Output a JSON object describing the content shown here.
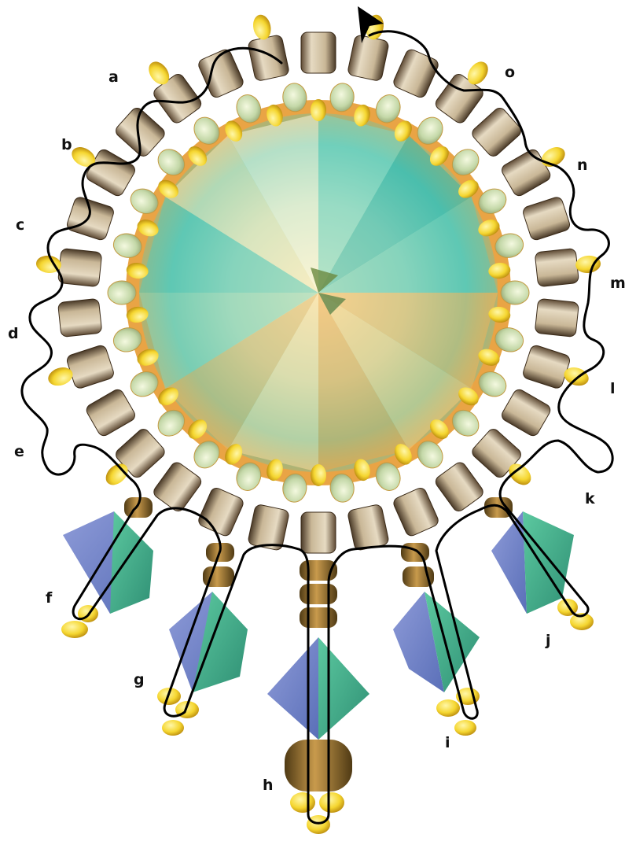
{
  "labels": {
    "a": "a",
    "b": "b",
    "c": "c",
    "d": "d",
    "e": "e",
    "f": "f",
    "g": "g",
    "h": "h",
    "i": "i",
    "j": "j",
    "k": "k",
    "l": "l",
    "m": "m",
    "n": "n",
    "o": "o"
  },
  "colors": {
    "crystal_center": "#f4f1d6",
    "crystal_teal": "#5fc8b4",
    "crystal_orange": "#f0a84a",
    "tile_bead_light": "#d9cbb0",
    "tile_bead_dark": "#5e4a34",
    "seed_bead": "#f5d630",
    "seed_bead_shade": "#c89a10",
    "bronze_bead": "#8a6a2c",
    "bicone_green": "#3fb38a",
    "bicone_blue": "#7e8fd0",
    "thread": "#000000"
  }
}
